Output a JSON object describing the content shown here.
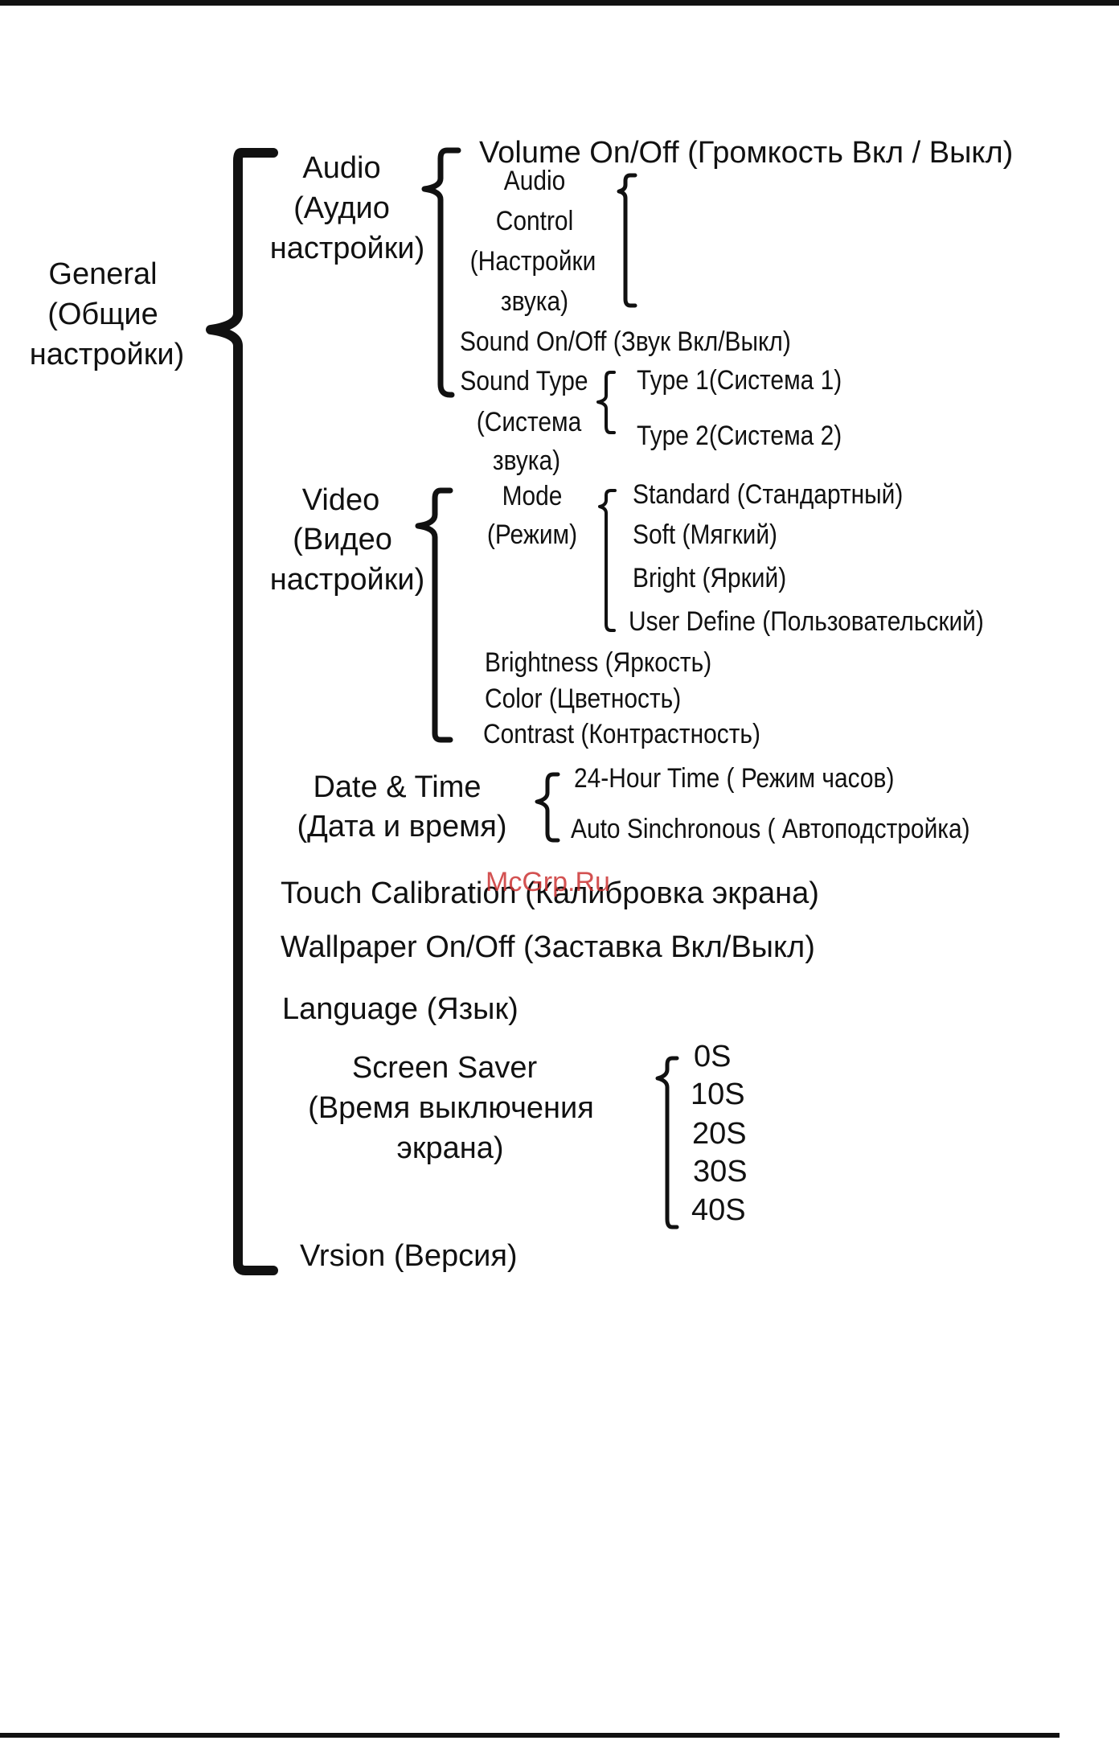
{
  "root": {
    "lines": [
      "General",
      "(Общие",
      "настройки)"
    ]
  },
  "audio": {
    "heading": [
      "Audio",
      "(Аудио",
      "настройки)"
    ],
    "volume": "Volume On/Off (Громкость Вкл / Выкл)",
    "control": [
      "Audio",
      "Control",
      "(Настройки",
      "звука)"
    ],
    "sound_onoff": "Sound On/Off (Звук Вкл/Выкл)",
    "sound_type": [
      "Sound Type",
      "(Система",
      "звука)"
    ],
    "types": [
      "Type 1(Система 1)",
      "Type 2(Система 2)"
    ]
  },
  "video": {
    "heading": [
      "Video",
      "(Видео",
      "настройки)"
    ],
    "mode": [
      "Mode",
      "(Режим)"
    ],
    "modes": [
      "Standard (Стандартный)",
      "Soft (Мягкий)",
      "Bright (Яркий)",
      "User Define (Пользовательский)"
    ],
    "extras": [
      "Brightness (Яркость)",
      "Color (Цветность)",
      "Contrast (Контрастность)"
    ]
  },
  "datetime": {
    "heading": [
      "Date & Time",
      "(Дата и время)"
    ],
    "items": [
      "24-Hour Time ( Режим часов)",
      "Auto Sinchronous ( Автоподстройка)"
    ]
  },
  "touch": "Touch Calibration (Калибровка экрана)",
  "wallpaper": "Wallpaper On/Off (Заставка Вкл/Выкл)",
  "language": "Language (Язык)",
  "screensaver": {
    "heading": [
      "Screen Saver",
      "(Время выключения",
      "экрана)"
    ],
    "options": [
      "0S",
      "10S",
      "20S",
      "30S",
      "40S"
    ]
  },
  "version": "Vrsion (Версия)",
  "watermark": "McGrp.Ru"
}
